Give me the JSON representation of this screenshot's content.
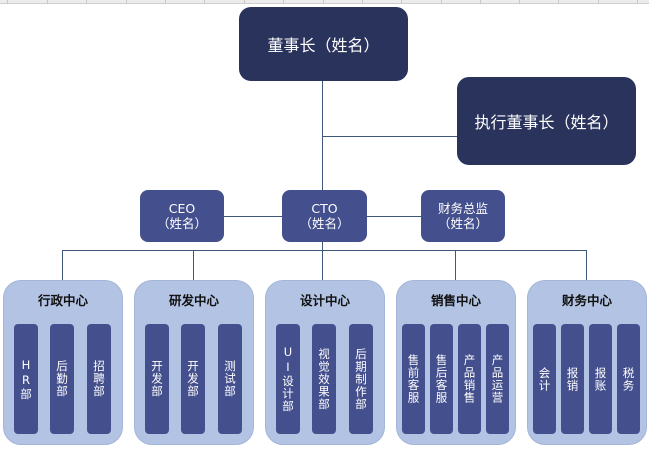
{
  "colors": {
    "executive": "#29335c",
    "officer": "#44508e",
    "center_bg": "#b2c3e3",
    "department": "#44508e",
    "connector": "#3f587a"
  },
  "chairman": {
    "label": "董事长（姓名）"
  },
  "executive_chairman": {
    "label": "执行董事长（姓名）"
  },
  "officers": [
    {
      "title": "CEO",
      "name": "（姓名）"
    },
    {
      "title": "CTO",
      "name": "（姓名）"
    },
    {
      "title": "财务总监",
      "name": "（姓名）"
    }
  ],
  "centers": [
    {
      "title": "行政中心",
      "departments": [
        "HR部",
        "后勤部",
        "招聘部"
      ]
    },
    {
      "title": "研发中心",
      "departments": [
        "开发部",
        "开发部",
        "测试部"
      ]
    },
    {
      "title": "设计中心",
      "departments": [
        "UI设计部",
        "视觉效果部",
        "后期制作部"
      ]
    },
    {
      "title": "销售中心",
      "departments": [
        "售前客服",
        "售后客服",
        "产品销售",
        "产品运营"
      ]
    },
    {
      "title": "财务中心",
      "departments": [
        "会计",
        "报销",
        "报账",
        "税务"
      ]
    }
  ]
}
